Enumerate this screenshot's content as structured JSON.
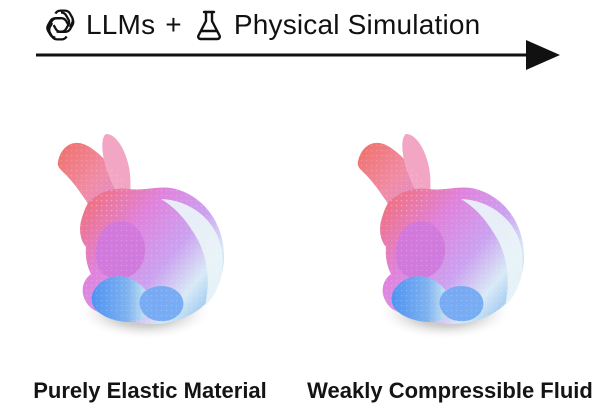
{
  "banner": {
    "openai_icon": "openai-logo-icon",
    "llms_label": "LLMs",
    "plus_label": "+",
    "flask_icon": "flask-icon",
    "simulation_label": "Physical Simulation"
  },
  "panels": [
    {
      "caption": "Purely Elastic Material",
      "object_icon": "stanford-bunny-render"
    },
    {
      "caption": "Weakly Compressible Fluid",
      "object_icon": "stanford-bunny-render"
    }
  ],
  "colors": {
    "text": "#111111",
    "bunny_ear": "#f08c8c",
    "bunny_body": "#d98ae8",
    "bunny_back": "#e5eef5",
    "bunny_feet": "#6fa7f2",
    "shadow": "#7a7a7a"
  }
}
